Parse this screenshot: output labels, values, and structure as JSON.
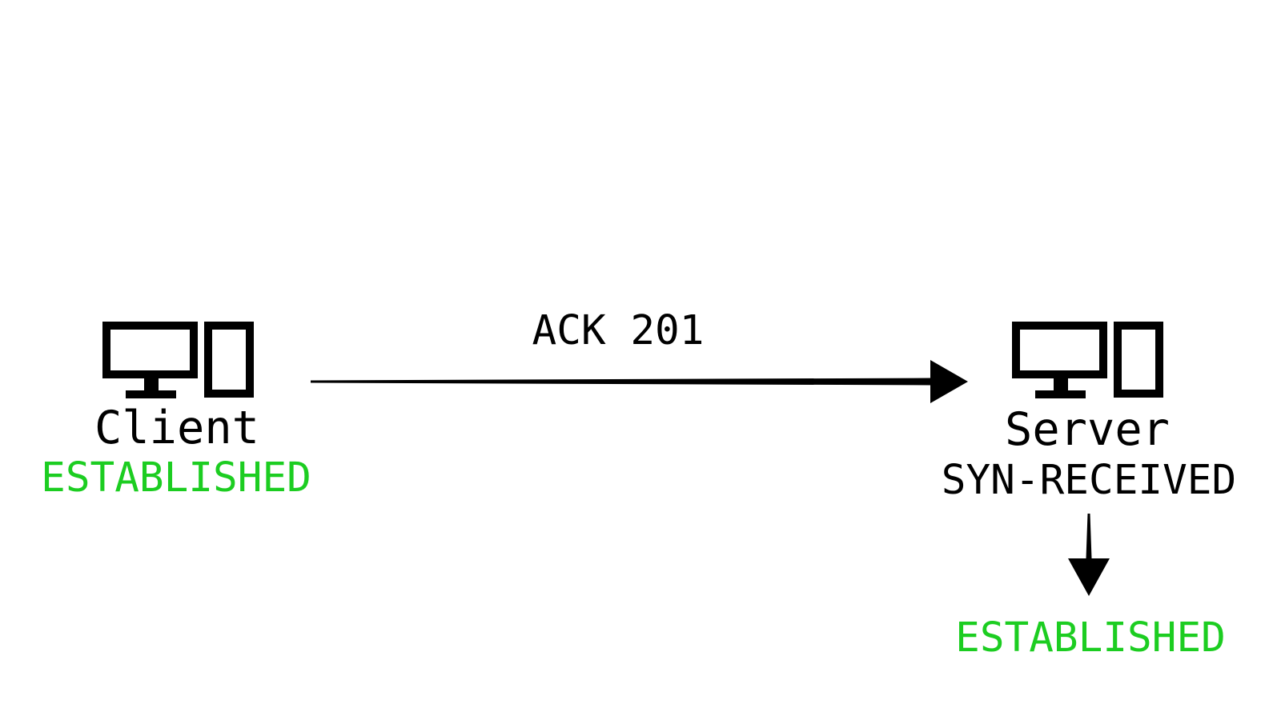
{
  "diagram": {
    "kind": "tcp-handshake-step",
    "background_color": "#ffffff",
    "ink_color": "#000000",
    "established_color": "#1ccd21",
    "client": {
      "label": "Client",
      "state": "ESTABLISHED"
    },
    "message": {
      "label": "ACK 201"
    },
    "server": {
      "label": "Server",
      "state": "SYN-RECEIVED",
      "next_state": "ESTABLISHED"
    }
  }
}
